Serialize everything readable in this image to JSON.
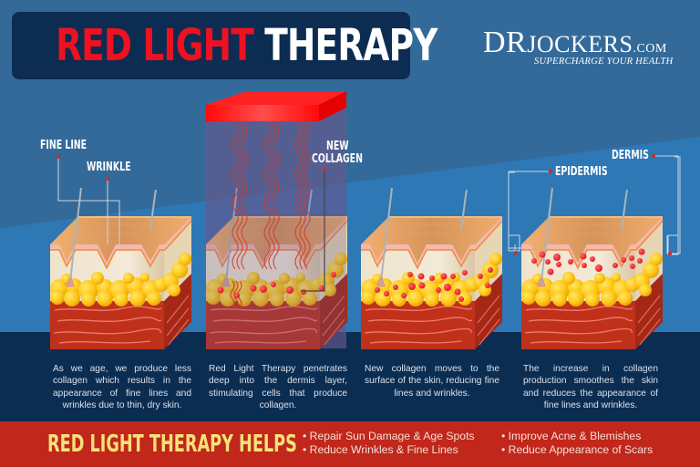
{
  "header": {
    "title_red": "RED LIGHT",
    "title_white": "THERAPY"
  },
  "logo": {
    "name_dr": "DR",
    "name_rest": "JOCKERS",
    "com": ".COM",
    "tagline": "SUPERCHARGE YOUR HEALTH"
  },
  "labels": {
    "fine_line": "FINE LINE",
    "wrinkle": "WRINKLE",
    "new_collagen_1": "NEW",
    "new_collagen_2": "COLLAGEN",
    "epidermis": "EPIDERMIS",
    "dermis": "DERMIS"
  },
  "panels": [
    {
      "description": "As we age, we produce less collagen which results in the appearance of fine lines and wrinkles due to thin, dry skin."
    },
    {
      "description": "Red Light Therapy penetrates deep into the dermis layer, stimulating cells that produce collagen."
    },
    {
      "description": "New collagen moves to the surface of the skin, reducing fine lines and wrinkles."
    },
    {
      "description": "The increase in collagen production smoothes the skin and reduces the appearance of fine lines and wrinkles."
    }
  ],
  "helps": {
    "title": "RED LIGHT THERAPY HELPS",
    "column1": [
      "• Repair Sun Damage & Age Spots",
      "• Reduce Wrinkles & Fine Lines"
    ],
    "column2": [
      "• Improve Acne & Blemishes",
      "• Reduce Appearance of Scars"
    ]
  },
  "colors": {
    "bg_dark_blue": "#336a9a",
    "bg_light_blue": "#2e78b5",
    "navy_band": "#0c2d52",
    "red_band": "#c1271a",
    "title_red": "#ee1122",
    "helps_yellow": "#f6e17a"
  }
}
